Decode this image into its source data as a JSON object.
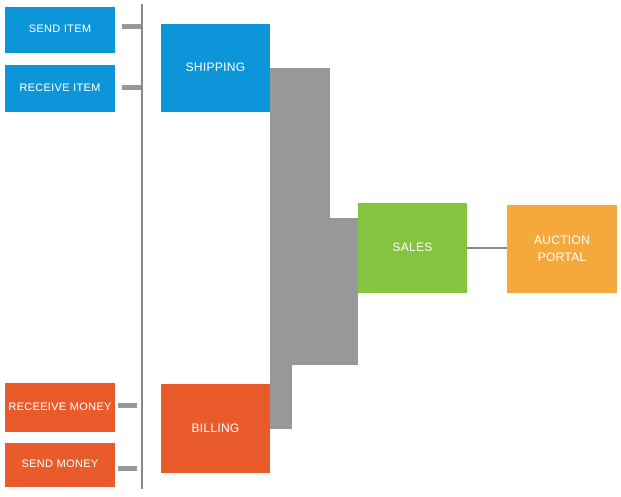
{
  "diagram": {
    "title": "order-flow-diagram",
    "colors": {
      "blue": "#0C95D8",
      "orange": "#EA5B2C",
      "green": "#84C43E",
      "amber": "#F5A93D",
      "flow_gray": "#98989A",
      "line_gray": "#8A8A8A"
    },
    "nodes": {
      "send_item": {
        "label": "SEND ITEM",
        "color": "#0C95D8"
      },
      "receive_item": {
        "label": "RECEIVE ITEM",
        "color": "#0C95D8"
      },
      "shipping": {
        "label": "SHIPPING",
        "color": "#0C95D8"
      },
      "sales": {
        "label": "SALES",
        "color": "#84C43E"
      },
      "auction_portal": {
        "label": "AUCTION PORTAL",
        "color": "#F5A93D"
      },
      "billing": {
        "label": "BILLING",
        "color": "#EA5B2C"
      },
      "receeive_money": {
        "label": "RECEEIVE MONEY",
        "color": "#EA5B2C"
      },
      "send_money": {
        "label": "SEND MONEY",
        "color": "#EA5B2C"
      }
    }
  }
}
